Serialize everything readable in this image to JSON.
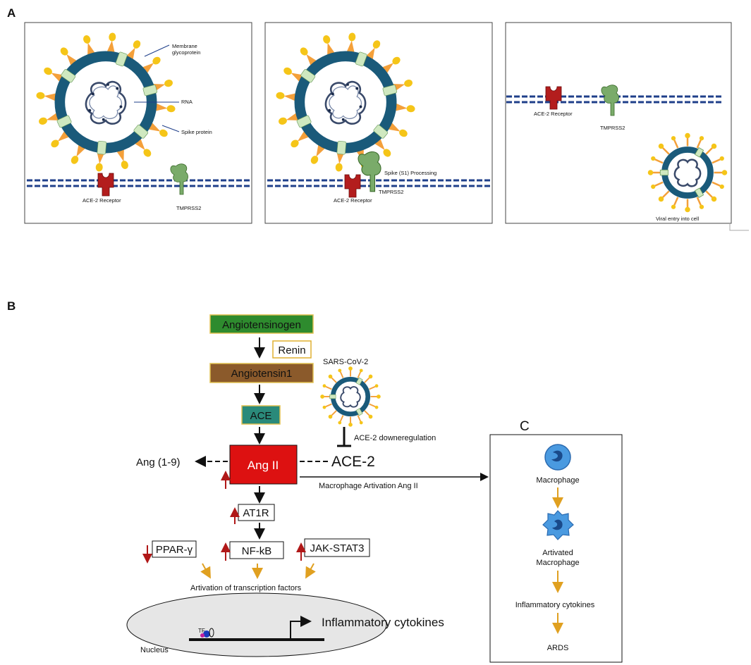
{
  "panel_labels": {
    "a": "A",
    "b": "B",
    "c": "C"
  },
  "panel_a": {
    "frame1": {
      "membrane_glycoprotein_line1": "Membrane",
      "membrane_glycoprotein_line2": "glycoprotein",
      "rna": "RNA",
      "spike_protein": "Spike protein",
      "ace2_receptor": "ACE-2 Receptor",
      "tmprss2": "TMPRSS2"
    },
    "frame2": {
      "spike_processing": "Spike (S1) Processing",
      "ace2_receptor": "ACE-2 Receptor",
      "tmprss2": "TMPRSS2"
    },
    "frame3": {
      "ace2_receptor": "ACE-2 Receptor",
      "tmprss2": "TMPRSS2",
      "viral_entry": "Viral entry into cell"
    }
  },
  "panel_b": {
    "angiotensinogen": "Angiotensinogen",
    "renin": "Renin",
    "angiotensin1": "Angiotensin1",
    "ace": "ACE",
    "ang2": "Ang II",
    "ang19": "Ang (1-9)",
    "sars": "SARS-CoV-2",
    "ace2_down": "ACE-2 downeregulation",
    "ace2": "ACE-2",
    "macro_activation": "Macrophage Artivation Ang II",
    "at1r": "AT1R",
    "ppar": "PPAR-γ",
    "nfkb": "NF-kB",
    "jak": "JAK-STAT3",
    "transcription": "Artivation of transcription factors",
    "tf": "TF",
    "inflammatory": "Inflammatory cytokines",
    "nucleus": "Nucleus"
  },
  "panel_c": {
    "macrophage": "Macrophage",
    "activated_line1": "Artivated",
    "activated_line2": "Macrophage",
    "cytokines": "Inflammatory cytokines",
    "ards": "ARDS"
  },
  "colors": {
    "virus_ring": "#1a5a7a",
    "spike_orange": "#f4a03a",
    "spike_tip": "#f5c518",
    "membrane_blue": "#1f3f8a",
    "ace2_red": "#b31d1d",
    "tmprss_green": "#7aab6a",
    "angiotensinogen_green": "#2e8b2e",
    "angiotensin1_brown": "#8b5a2b",
    "ace_teal": "#2a8a7a",
    "ang2_red": "#dd1111",
    "up_arrow": "#b01818",
    "yellow_arrow": "#e0a020"
  }
}
